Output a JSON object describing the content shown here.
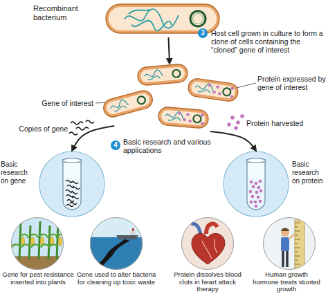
{
  "diagram": {
    "nodes": [
      {
        "text": [
          "Recombinant bacterium"
        ]
      },
      {
        "text": [
          "Host cell grown in culture to form a clone of cells containing the “cloned” gene of interest"
        ]
      },
      {
        "text": [
          "Basic research on gene"
        ]
      },
      {
        "text": [
          "Basic research on protein"
        ]
      },
      {
        "text": [
          "Gene for pest resistance inserted into plants"
        ]
      },
      {
        "text": [
          "Gene used to alter bacteria for cleaning up toxic waste"
        ]
      },
      {
        "text": [
          "Protein dissolves blood clots in heart attack therapy"
        ]
      },
      {
        "text": [
          "Human growth hormone treats stunted growth"
        ]
      }
    ],
    "edges": [
      {
        "from": 0,
        "to": 1,
        "arrow": "to"
      },
      {
        "from": 1,
        "to": 2,
        "arrow": "to"
      },
      {
        "from": 1,
        "to": 3,
        "arrow": "to"
      }
    ],
    "labels": [
      "3",
      "Gene of interest",
      "Protein expressed by gene of interest",
      "Copies of gene",
      "Protein harvested",
      "4",
      "Basic research and various applications"
    ]
  }
}
